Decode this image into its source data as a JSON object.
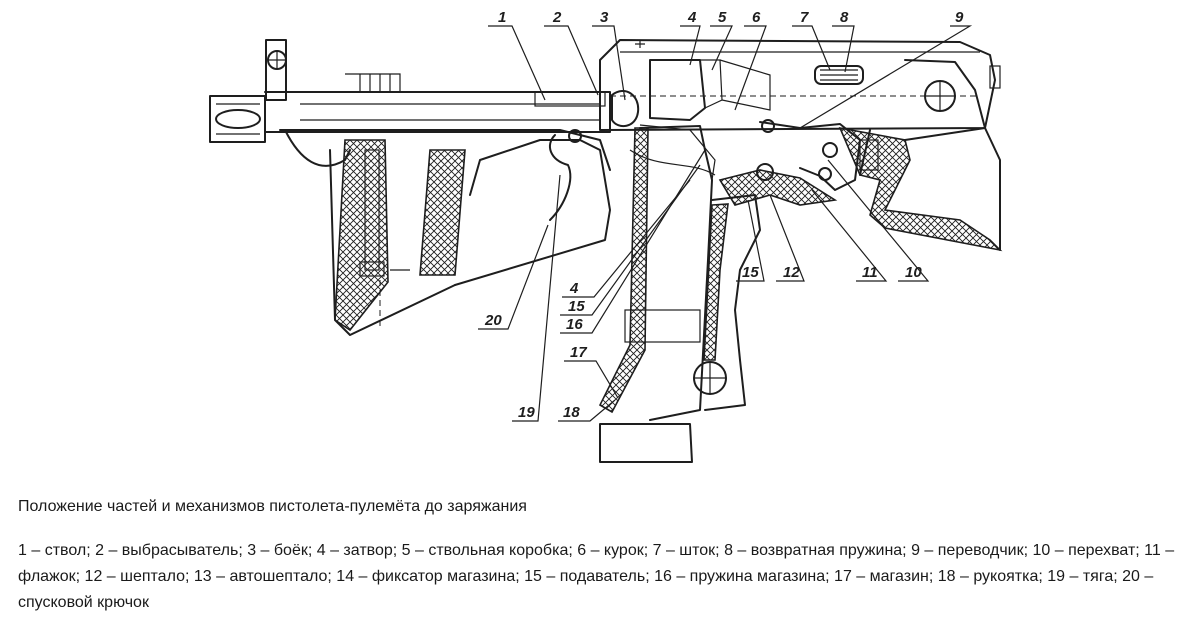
{
  "diagram": {
    "callouts": [
      "1",
      "2",
      "3",
      "4",
      "5",
      "6",
      "7",
      "8",
      "9",
      "10",
      "11",
      "12",
      "15",
      "4",
      "15",
      "16",
      "17",
      "18",
      "19",
      "20"
    ]
  },
  "caption": {
    "title": "Положение частей и механизмов пистолета-пулемёта до заряжания",
    "legend": "1 – ствол; 2 – выбрасыватель; 3 – боёк; 4 – затвор; 5 – ствольная коробка; 6 – курок; 7 – шток; 8 – возвратная пружина; 9 – переводчик; 10 – перехват; 11 – флажок; 12 – шептало; 13 – автошептало; 14 – фиксатор магазина; 15 – подаватель; 16 – пружина магазина; 17 – магазин; 18 – рукоятка; 19 – тяга; 20 – спусковой крючок"
  }
}
